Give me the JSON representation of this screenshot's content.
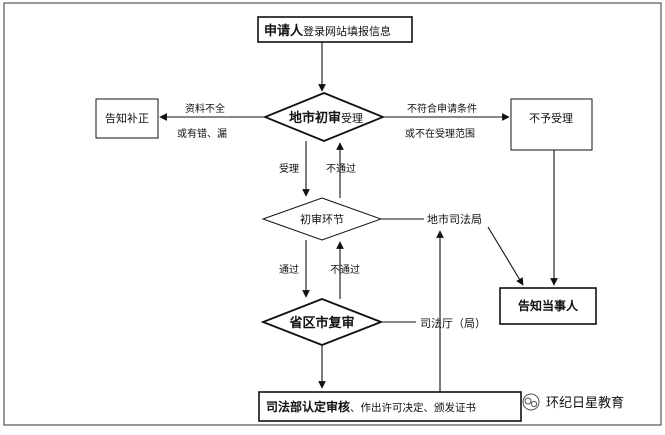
{
  "nodes": {
    "start": {
      "bold": "申请人",
      "rest": "登录网站填报信息"
    },
    "first_review": {
      "bold": "地市初审",
      "rest": "受理"
    },
    "notify_supplement": "告知补正",
    "reject": "不予受理",
    "initial_stage": "初审环节",
    "province_review": "省区市复审",
    "notify_party": "告知当事人",
    "final": {
      "bold": "司法部认定审核",
      "rest": "、作出许可决定、颁发证书"
    },
    "city_justice": "地市司法局",
    "province_justice": "司法厅（局）"
  },
  "edges": {
    "incomplete_1": "资料不全",
    "incomplete_2": "或有错、漏",
    "not_meet_1": "不符合申请条件",
    "not_meet_2": "或不在受理范围",
    "accept": "受理",
    "fail_1": "不通过",
    "pass": "通过",
    "fail_2": "不通过"
  },
  "watermark": "环纪日星教育"
}
